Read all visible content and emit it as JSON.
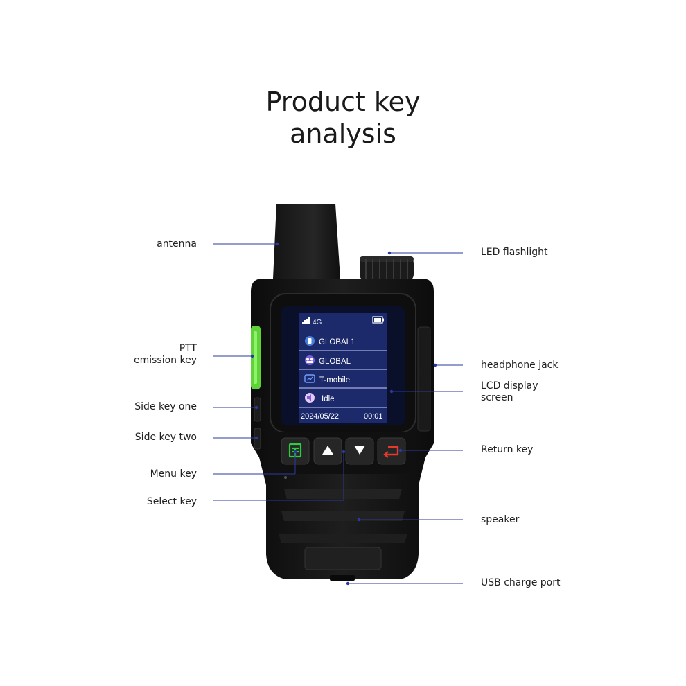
{
  "title": {
    "line1": "Product key",
    "line2": "analysis"
  },
  "colors": {
    "callout_line": "#2b3a9e",
    "device_body": "#141414",
    "screen_bg": "#1c2a6b",
    "ptt_green": "#5fd23a",
    "menu_key": "#2ecc40",
    "return_key": "#e23b2e"
  },
  "labels": {
    "antenna": "antenna",
    "ptt_line1": "PTT",
    "ptt_line2": "emission key",
    "side_key_one": "Side key one",
    "side_key_two": "Side key two",
    "menu_key": "Menu key",
    "select_key": "Select key",
    "led_flashlight": "LED flashlight",
    "headphone_jack": "headphone jack",
    "lcd_line1": "LCD display",
    "lcd_line2": "screen",
    "return_key": "Return key",
    "speaker": "speaker",
    "usb_charge_port": "USB charge port"
  },
  "screen": {
    "network": "4G",
    "rows": [
      "GLOBAL1",
      "GLOBAL",
      "T-mobile",
      "Idle"
    ],
    "date": "2024/05/22",
    "time": "00:01"
  },
  "icons": {
    "signal": "signal-bars-icon",
    "battery": "battery-icon",
    "row_icons": [
      "walkie-talkie-icon",
      "group-icon",
      "sim-card-icon",
      "speaker-icon"
    ],
    "keys": [
      "menu-icon",
      "arrow-up-icon",
      "arrow-down-icon",
      "return-icon"
    ]
  }
}
